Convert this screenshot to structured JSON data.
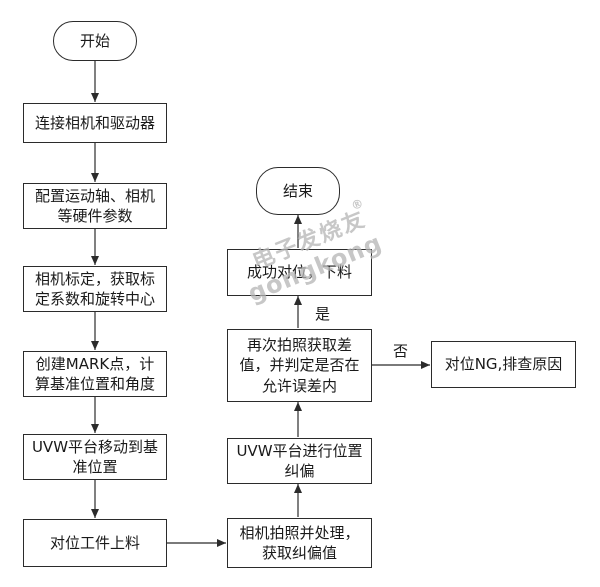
{
  "flowchart": {
    "nodes": {
      "start": "开始",
      "connect": "连接相机和驱动器",
      "config_line1": "配置运动轴、相机",
      "config_line2": "等硬件参数",
      "calib_line1": "相机标定，获取标",
      "calib_line2": "定系数和旋转中心",
      "mark_line1": "创建MARK点，计",
      "mark_line2": "算基准位置和角度",
      "move_line1": "UVW平台移动到基",
      "move_line2": "准位置",
      "load": "对位工件上料",
      "capture_line1": "相机拍照并处理，",
      "capture_line2": "获取纠偏值",
      "adjust_line1": "UVW平台进行位置",
      "adjust_line2": "纠偏",
      "recheck_line1": "再次拍照获取差",
      "recheck_line2": "值，并判定是否在",
      "recheck_line3": "允许误差内",
      "ng": "对位NG,排查原因",
      "success": "成功对位，下料",
      "end": "结束"
    },
    "edge_labels": {
      "yes": "是",
      "no": "否"
    }
  },
  "watermark": {
    "line1": "电子发烧友",
    "line2": "gongkong",
    "mark": "®"
  }
}
